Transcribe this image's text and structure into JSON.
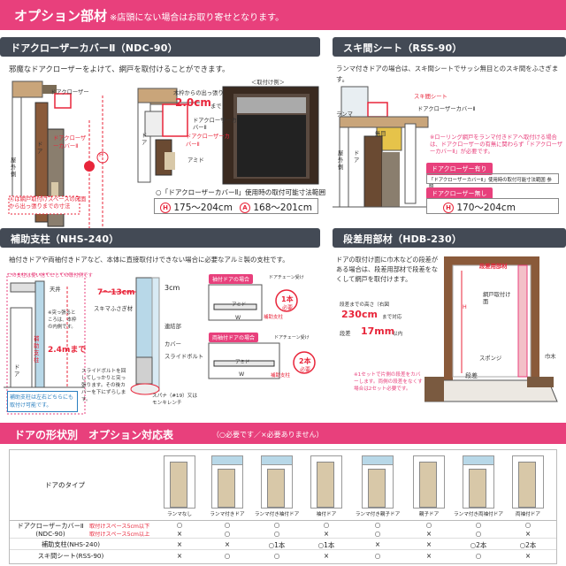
{
  "header": {
    "title": "オプション部材",
    "note": "※店頭にない場合はお取り寄せとなります。"
  },
  "sections": {
    "ndc": {
      "heading": "ドアクローザーカバーⅡ（NDC-90）",
      "desc": "邪魔なドアクローザーをよけて、網戸を取付けることができます。",
      "labels": {
        "closer": "ドアクローザー",
        "door": "ドア",
        "outside": "屋外側",
        "cover": "ドアクローザーカバーⅡ",
        "protrusion": "木枠からの出っ張り",
        "protrusion_val": "2.0cm",
        "protrusion_unit": "まで",
        "screen": "アミド",
        "side_view": "＜取付け例＞",
        "note_a": "Ⓐは網戸取付けスペースの床面から出っ張りまでの寸法",
        "h_mark": "H",
        "a_mark": "A"
      },
      "range_title": "○「ドアクローザーカバーⅡ」使用時の取付可能寸法範囲",
      "range_h": "175～204cm",
      "range_a": "168～201cm"
    },
    "rss": {
      "heading": "スキ間シート（RSS-90）",
      "desc": "ランマ付きドアの場合は、スキ間シートでサッシ無目とのスキ間をふさぎます。",
      "labels": {
        "sheet": "スキ間シート",
        "ranma": "ランマ",
        "mumoku": "無目",
        "closer_cover": "ドアクローザーカバーⅡ",
        "door": "ドア",
        "outside": "屋外側",
        "note": "※ローリング網戸をランマ付きドアへ取付ける場合は、ドアクローザーの有無に関わらず「ドアクローザーカバーⅡ」が必要です。",
        "with_closer": "ドアクローザー有り",
        "with_closer_note": "「ドアクローザーカバーⅡ」使用時の取付可能寸法範囲 参照",
        "without_closer": "ドアクローザー無し"
      },
      "range_h": "170～204cm"
    },
    "nhs": {
      "heading": "補助支柱（NHS-240）",
      "desc": "袖付きドアや両袖付きドアなど、本体に直接取付けできない場合に必要なアルミ製の支柱です。",
      "labels": {
        "example": "この支柱は使い捨てとしての取付例です",
        "ceiling": "天井",
        "width_range": "7～13cm",
        "note_protrusion": "※突っ張るところは、本枠の内側です。",
        "height": "2.4mまで",
        "aux": "補助支柱",
        "left_right": "補助支柱は左右どちらにも取付け可能です。",
        "door": "ドア",
        "top": "3cm",
        "sukima": "スキマふさぎ材",
        "connector": "連結部",
        "cover": "カバー",
        "slide_bolt": "スライドボルト",
        "bolt_note": "スライドボルトを回してしっかりと突っ張ります。その後カバーを下にずらします。",
        "spanner": "スパナ（#19）又はモンキレンチ",
        "case1": "袖付ドアの場合",
        "case2": "両袖付ドアの場合",
        "one": "1本",
        "two": "2本",
        "need": "必要",
        "chain": "ドアチェーン受け",
        "amido": "アミド",
        "w_mark": "W"
      }
    },
    "hdb": {
      "heading": "段差用部材（HDB-230）",
      "desc": "ドアの取付け面に巾木などの段差がある場合は、段差用部材で段差をなくして網戸を取付けます。",
      "labels": {
        "part": "段差用部材",
        "screen_face": "網戸取付け面",
        "height_label": "段差までの高さ（右図",
        "height_val": "230cm",
        "height_suffix": "まで対応",
        "step_label": "段差",
        "step_val": "17mm",
        "step_suffix": "以内",
        "sponge": "スポンジ",
        "baseboard": "巾木",
        "step": "段差",
        "note": "※1セットで片側の段差をカバーします。両側の段差をなくす場合は2セット必要です。",
        "h_mark": "H"
      }
    }
  },
  "table": {
    "heading": "ドアの形状別　オプション対応表",
    "heading_note": "（○必要です／×必要ありません）",
    "type_label": "ドアのタイプ",
    "door_types": [
      "ランマなし",
      "ランマ付きドア",
      "ランマ付き袖付ドア",
      "袖付ドア",
      "ランマ付き親子ドア",
      "親子ドア",
      "ランマ付き両袖付ドア",
      "両袖付ドア"
    ],
    "rows": [
      {
        "name": "ドアクローザーカバーⅡ",
        "sub": "(NDC-90)",
        "cond1": "取付けスペース5cm以下",
        "cond2": "取付けスペース5cm以上",
        "vals1": [
          "○",
          "○",
          "○",
          "○",
          "○",
          "○",
          "○",
          "○"
        ],
        "vals2": [
          "×",
          "○",
          "○",
          "×",
          "○",
          "×",
          "○",
          "×"
        ]
      },
      {
        "name": "補助支柱(NHS-240)",
        "vals": [
          "×",
          "×",
          "○1本",
          "○1本",
          "×",
          "×",
          "○2本",
          "○2本"
        ]
      },
      {
        "name": "スキ間シート(RSS-90)",
        "vals": [
          "×",
          "○",
          "○",
          "×",
          "○",
          "×",
          "○",
          "×"
        ]
      }
    ]
  }
}
